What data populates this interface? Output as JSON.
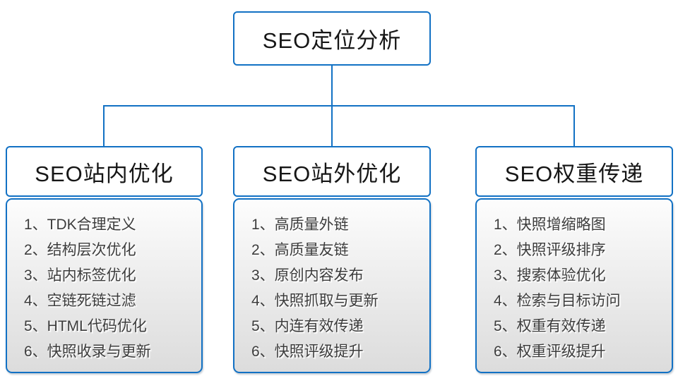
{
  "diagram": {
    "accent_color": "#1271C4",
    "list_text_color": "#3C3C3C",
    "root": {
      "title": "SEO定位分析"
    },
    "branches": [
      {
        "title": "SEO站内优化",
        "items": [
          "1、TDK合理定义",
          "2、结构层次优化",
          "3、站内标签优化",
          "4、空链死链过滤",
          "5、HTML代码优化",
          "6、快照收录与更新"
        ]
      },
      {
        "title": "SEO站外优化",
        "items": [
          "1、高质量外链",
          "2、高质量友链",
          "3、原创内容发布",
          "4、快照抓取与更新",
          "5、内连有效传递",
          "6、快照评级提升"
        ]
      },
      {
        "title": "SEO权重传递",
        "items": [
          "1、快照增缩略图",
          "2、快照评级排序",
          "3、搜索体验优化",
          "4、检索与目标访问",
          "5、权重有效传递",
          "6、权重评级提升"
        ]
      }
    ]
  }
}
